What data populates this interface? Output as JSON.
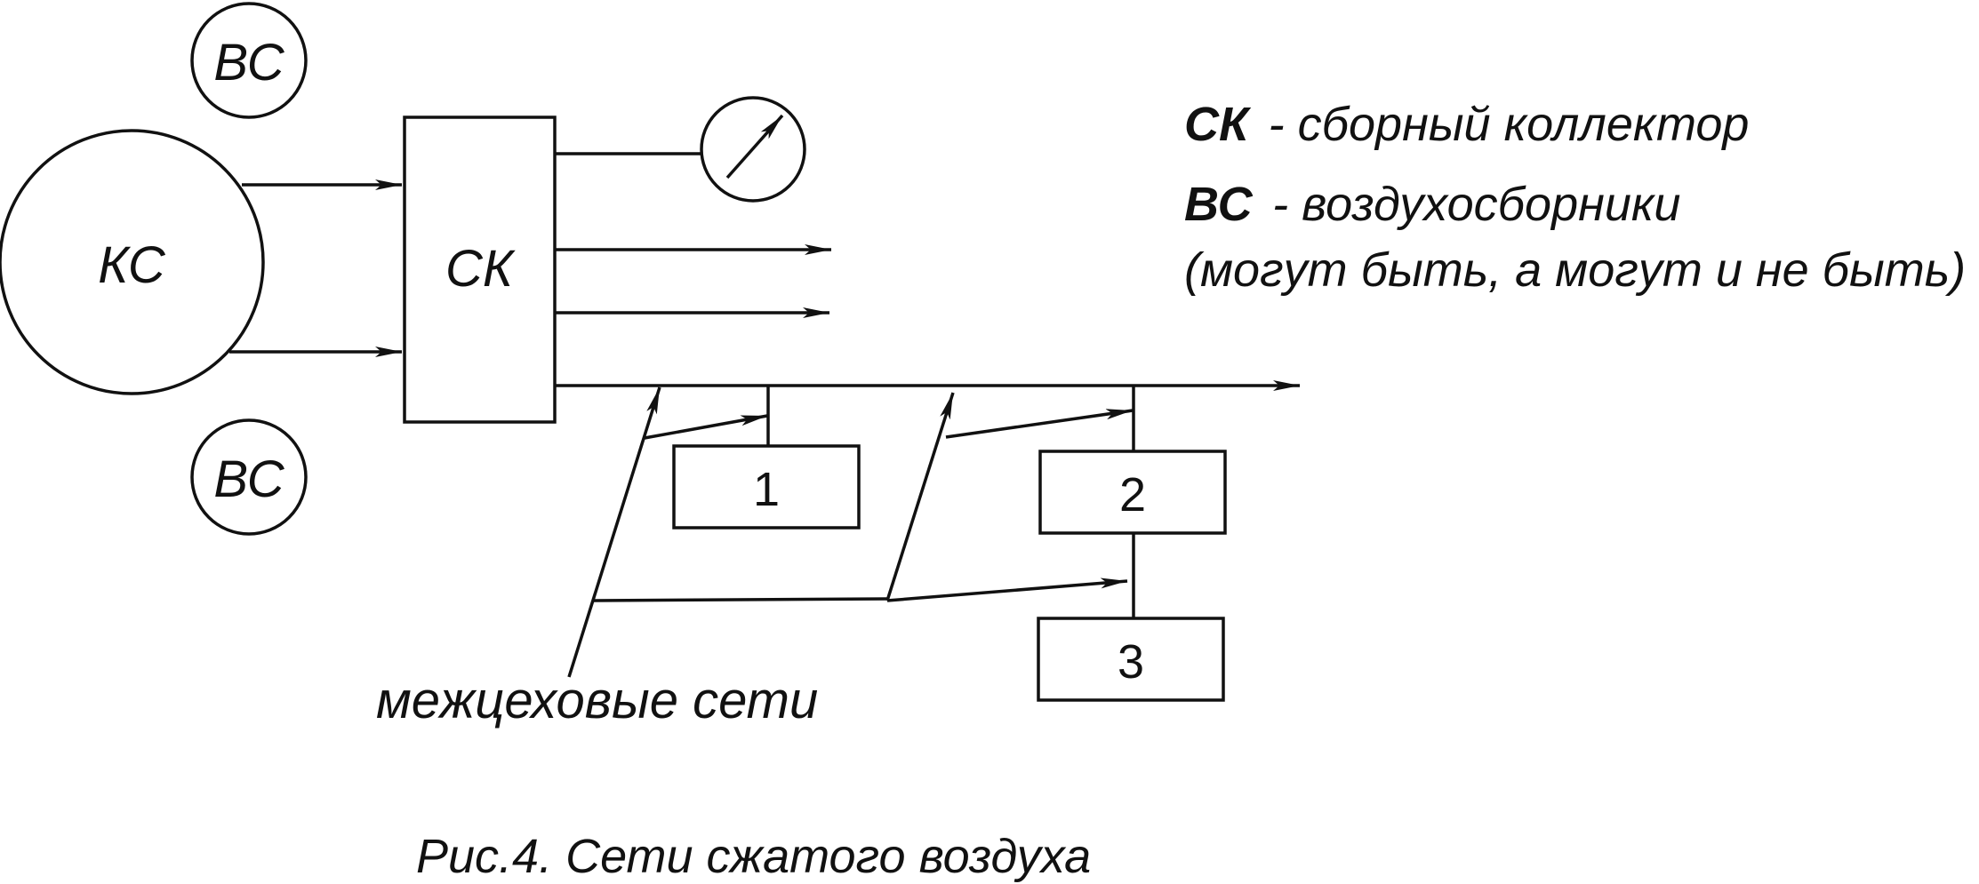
{
  "nodes": {
    "compressor": "КС",
    "collector": "СК",
    "receiver_top": "ВС",
    "receiver_bottom": "ВС",
    "consumer_1": "1",
    "consumer_2": "2",
    "consumer_3": "3"
  },
  "network_label": "межцеховые сети",
  "legend": [
    {
      "abbr": "СК",
      "text": "- сборный коллектор"
    },
    {
      "abbr": "ВС",
      "text": "- воздухосборники"
    }
  ],
  "legend_note": "(могут быть, а могут и не быть)",
  "caption": "Рис.4. Сети сжатого воздуха",
  "icons": {
    "gauge": "pressure-gauge-icon",
    "arrow": "arrowhead"
  },
  "colors": {
    "stroke": "#111111",
    "background": "#ffffff"
  }
}
